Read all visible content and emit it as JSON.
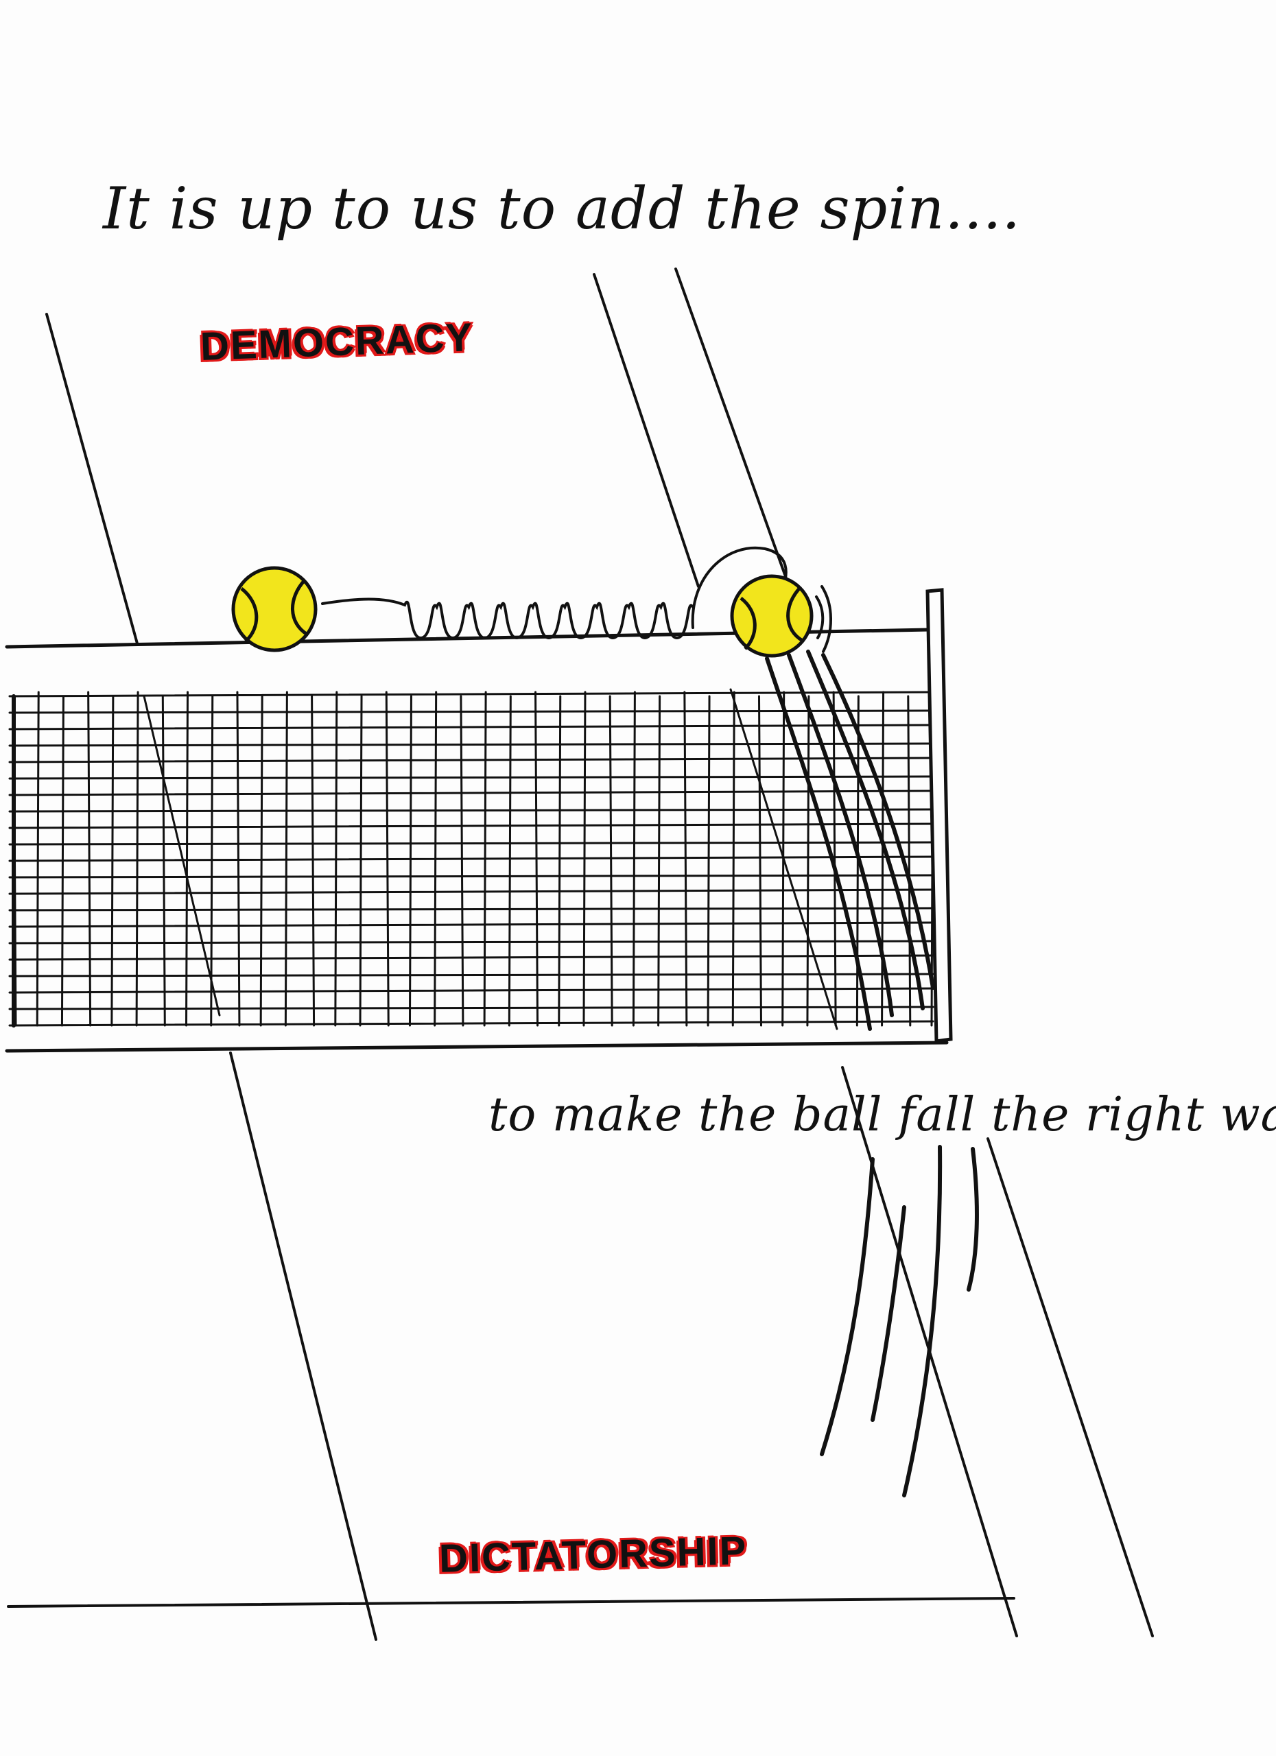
{
  "captions": {
    "top": "It is up to us to add the spin....",
    "bottom": "to make the ball fall the right way"
  },
  "labels": {
    "upper_court": "DEMOCRACY",
    "lower_court": "DICTATORSHIP"
  },
  "colors": {
    "ink": "#111111",
    "label_red": "#e11919",
    "ball_yellow": "#f2e51c",
    "paper": "#fdfdfd"
  },
  "objects": {
    "balls": [
      "tennis-ball-left",
      "tennis-ball-right"
    ],
    "net": "tennis-net",
    "trail": "spin-loop-trail"
  }
}
